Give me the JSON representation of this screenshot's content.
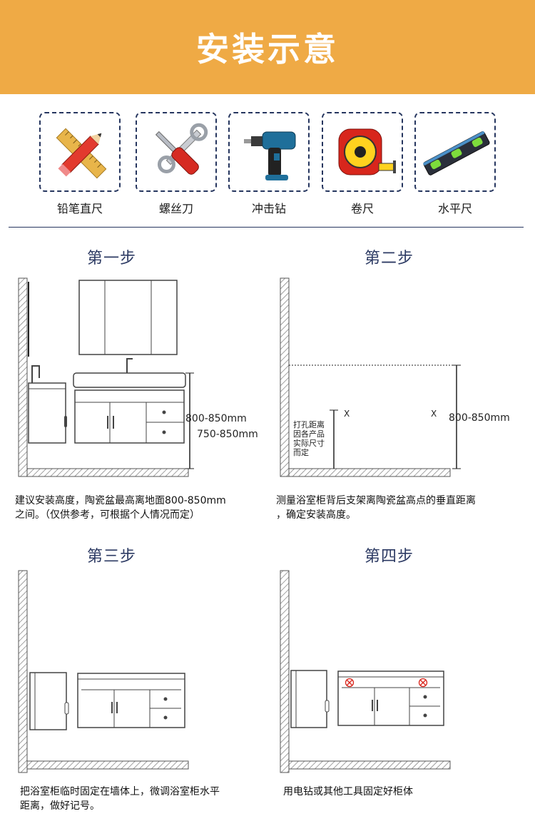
{
  "header": {
    "title": "安装示意"
  },
  "tools": [
    {
      "label": "铅笔直尺",
      "icon": "pencil-ruler-icon"
    },
    {
      "label": "螺丝刀",
      "icon": "screwdriver-wrench-icon"
    },
    {
      "label": "冲击钻",
      "icon": "impact-drill-icon"
    },
    {
      "label": "卷尺",
      "icon": "tape-measure-icon"
    },
    {
      "label": "水平尺",
      "icon": "spirit-level-icon"
    }
  ],
  "steps": [
    {
      "title": "第一步",
      "dim_a": "800-850mm",
      "dim_b": "750-850mm",
      "caption_1": "建议安装高度，陶瓷盆最高离地面800-850mm",
      "caption_2": "之间。（仅供参考，可根据个人情况而定）"
    },
    {
      "title": "第二步",
      "dim": "800-850mm",
      "x_mark_left": "X",
      "x_mark_right": "X",
      "note_lines": [
        "打孔距离",
        "因各产品",
        "实际尺寸",
        "而定"
      ],
      "caption_1": "测量浴室柜背后支架离陶瓷盆高点的垂直距离",
      "caption_2": "，确定安装高度。"
    },
    {
      "title": "第三步",
      "caption_1": "把浴室柜临时固定在墙体上，微调浴室柜水平",
      "caption_2": "距离，做好记号。"
    },
    {
      "title": "第四步",
      "caption_1": "用电钻或其他工具固定好柜体"
    }
  ]
}
